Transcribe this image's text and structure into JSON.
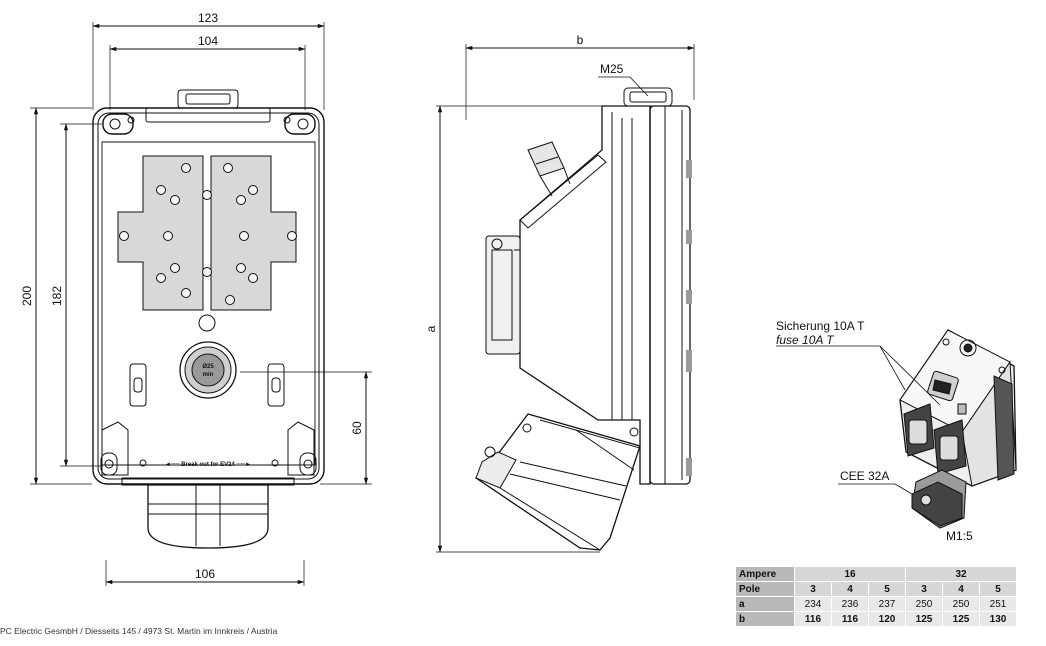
{
  "dimensions_front": {
    "overall_width": "123",
    "inner_width": "104",
    "overall_height": "200",
    "inner_height": "182",
    "offset_height": "60",
    "bottom_width": "106"
  },
  "front_plate": {
    "knockout_text": "◄══ Break out for EV24 ══►",
    "gland_text_1": "Ø25",
    "gland_text_2": "min"
  },
  "dimensions_side": {
    "width_label": "b",
    "height_label": "a",
    "gland_label": "M25"
  },
  "iso_view": {
    "fuse_label_de": "Sicherung 10A T",
    "fuse_label_en": "fuse 10A T",
    "socket_label": "CEE 32A",
    "scale_label": "M1:5"
  },
  "table": {
    "row_ampere": {
      "label": "Ampere",
      "groups": [
        "16",
        "32"
      ]
    },
    "row_pole": {
      "label": "Pole",
      "values": [
        "3",
        "4",
        "5",
        "3",
        "4",
        "5"
      ]
    },
    "row_a": {
      "label": "a",
      "values": [
        "234",
        "236",
        "237",
        "250",
        "250",
        "251"
      ]
    },
    "row_b": {
      "label": "b",
      "values": [
        "116",
        "116",
        "120",
        "125",
        "125",
        "130"
      ]
    }
  },
  "footer": {
    "company": "PC Electric GesmbH / Diesseits 145 / 4973 St. Martin im Innkreis / Austria"
  }
}
